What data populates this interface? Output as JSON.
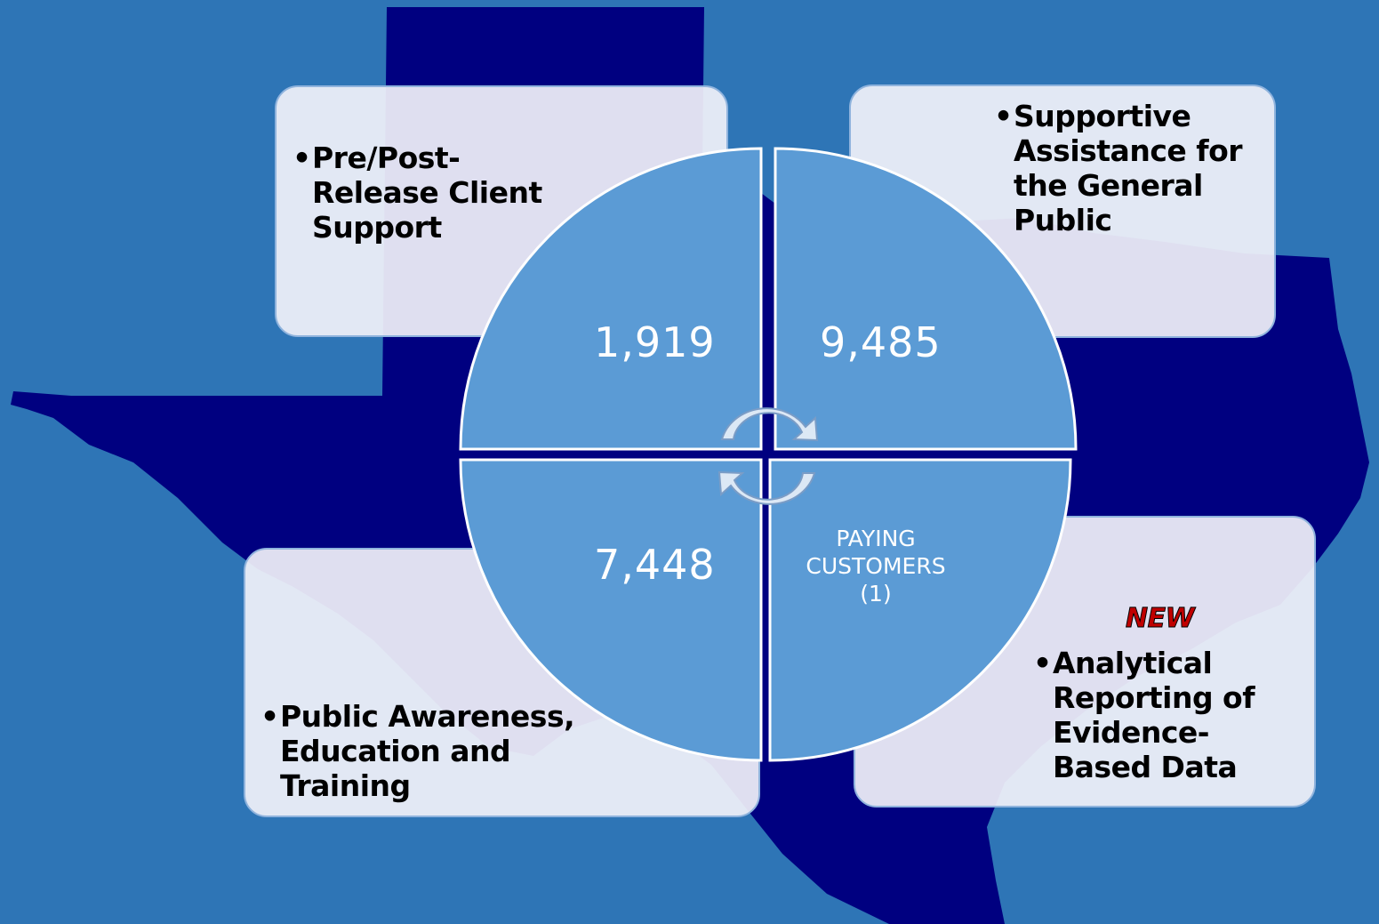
{
  "quadrants": [
    {
      "value": "1,919",
      "description": "Pre/Post-Release Client Support"
    },
    {
      "value": "9,485",
      "description": "Supportive Assistance for the General Public"
    },
    {
      "value": "7,448",
      "description": "Public Awareness, Education and Training"
    },
    {
      "value": "PAYING CUSTOMERS (1)",
      "description": "Analytical Reporting of Evidence-Based Data"
    }
  ],
  "top_left": {
    "value": "1,919",
    "lines": [
      "Pre/Post-",
      "Release Client",
      "Support"
    ]
  },
  "top_right": {
    "value": "9,485",
    "lines": [
      "Supportive",
      "Assistance for",
      "the General",
      "Public"
    ]
  },
  "bottom_left": {
    "value": "7,448",
    "lines": [
      "Public Awareness,",
      "Education and",
      "Training"
    ]
  },
  "bottom_right": {
    "value_lines": [
      "PAYING",
      "CUSTOMERS",
      "(1)"
    ],
    "new_label": "NEW",
    "lines": [
      "Analytical",
      "Reporting of",
      "Evidence-",
      "Based Data"
    ]
  },
  "bullet_char": "•",
  "colors": {
    "background": "#2e75b6",
    "map_shape": "#000080",
    "wheel_fill": "#5b9bd5",
    "box_fill": "#f2f2fa",
    "new_label": "#c00000"
  }
}
